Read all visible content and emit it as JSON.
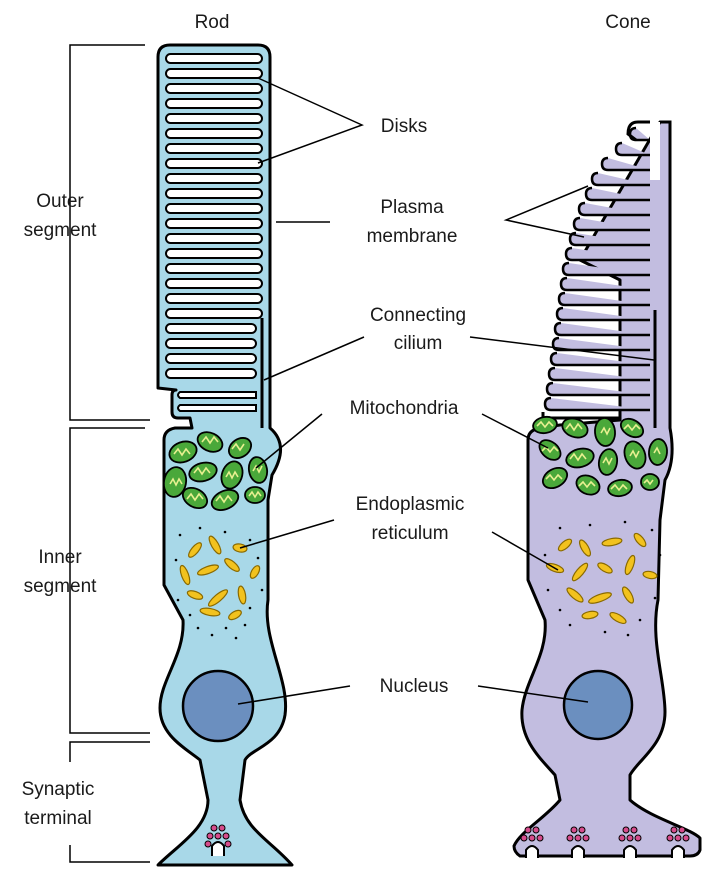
{
  "titles": {
    "rod": "Rod",
    "cone": "Cone"
  },
  "regions": {
    "outer_line1": "Outer",
    "outer_line2": "segment",
    "inner_line1": "Inner",
    "inner_line2": "segment",
    "synaptic_line1": "Synaptic",
    "synaptic_line2": "terminal"
  },
  "labels": {
    "disks": "Disks",
    "plasma_line1": "Plasma",
    "plasma_line2": "membrane",
    "cilium_line1": "Connecting",
    "cilium_line2": "cilium",
    "mitochondria": "Mitochondria",
    "er_line1": "Endoplasmic",
    "er_line2": "reticulum",
    "nucleus": "Nucleus"
  },
  "colors": {
    "rod_fill": "#a8d8e8",
    "cone_fill": "#c2bde0",
    "nucleus_rod": "#6b8fbf",
    "nucleus_cone": "#6b8fbf",
    "mito_fill": "#4aa83a",
    "mito_inner": "#e8f090",
    "er_fill": "#f2c21e",
    "vesicle": "#d64c8c"
  }
}
